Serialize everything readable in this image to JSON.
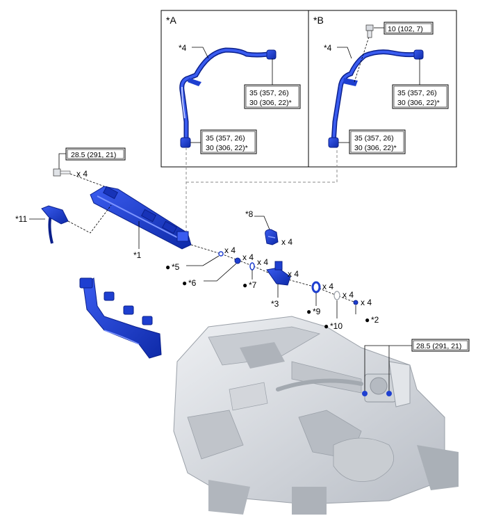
{
  "panels": {
    "a": {
      "id": "*A",
      "part": "*4",
      "torque_upper": [
        "35 (357, 26)",
        "30 (306, 22)*"
      ],
      "torque_lower": [
        "35 (357, 26)",
        "30 (306, 22)*"
      ]
    },
    "b": {
      "id": "*B",
      "part": "*4",
      "bolt_torque": "10 (102, 7)",
      "torque_upper": [
        "35 (357, 26)",
        "30 (306, 22)*"
      ],
      "torque_lower": [
        "35 (357, 26)",
        "30 (306, 22)*"
      ]
    }
  },
  "torques": {
    "rail_bolt": "28.5 (291, 21)",
    "pump_bolts": "28.5 (291, 21)"
  },
  "quantities": {
    "rail_bolt": "x 4",
    "p8": "x 4",
    "p5": "x 4",
    "p6": "x 4",
    "p7": "x 4",
    "p3": "x 4",
    "p9": "x 4",
    "p10": "x 4",
    "p2": "x 4"
  },
  "parts": {
    "p1": "*1",
    "p2": "*2",
    "p3": "*3",
    "p5": "*5",
    "p6": "*6",
    "p7": "*7",
    "p8": "*8",
    "p9": "*9",
    "p10": "*10",
    "p11": "*11"
  },
  "bullet": "●",
  "colors": {
    "part_blue": "#1e3fd0",
    "part_dark": "#0a1f8a",
    "engine_gray": "#d6d9de"
  }
}
